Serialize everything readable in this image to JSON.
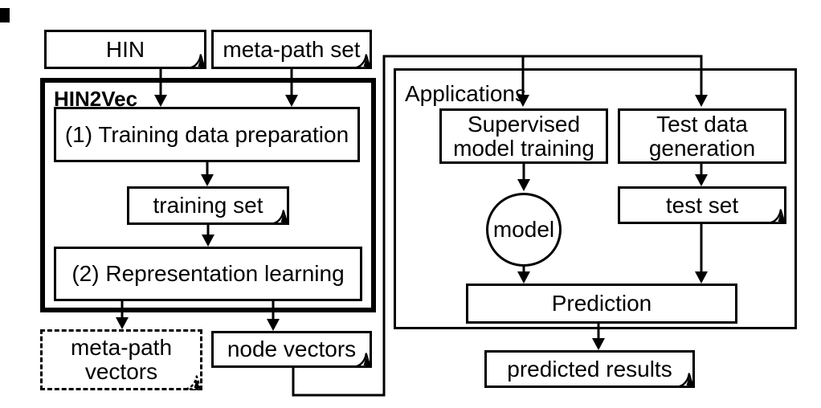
{
  "diagram": {
    "title_implicit": "HIN2Vec framework flow diagram",
    "colors": {
      "stroke": "#000000",
      "background": "#ffffff",
      "text": "#000000"
    },
    "icons": {
      "folded_corner": "document-dog-ear"
    },
    "left": {
      "hin": "HIN",
      "meta_path_set": "meta-path set",
      "frame_label": "HIN2Vec",
      "training_prep": "(1) Training data preparation",
      "training_set": "training set",
      "repr_learning": "(2) Representation learning",
      "meta_path_vectors": "meta-path\nvectors",
      "node_vectors": "node vectors"
    },
    "right": {
      "frame_label": "Applications",
      "supervised": "Supervised\nmodel training",
      "test_data_gen": "Test data\ngeneration",
      "model": "model",
      "test_set": "test set",
      "prediction": "Prediction",
      "predicted_results": "predicted results"
    }
  }
}
